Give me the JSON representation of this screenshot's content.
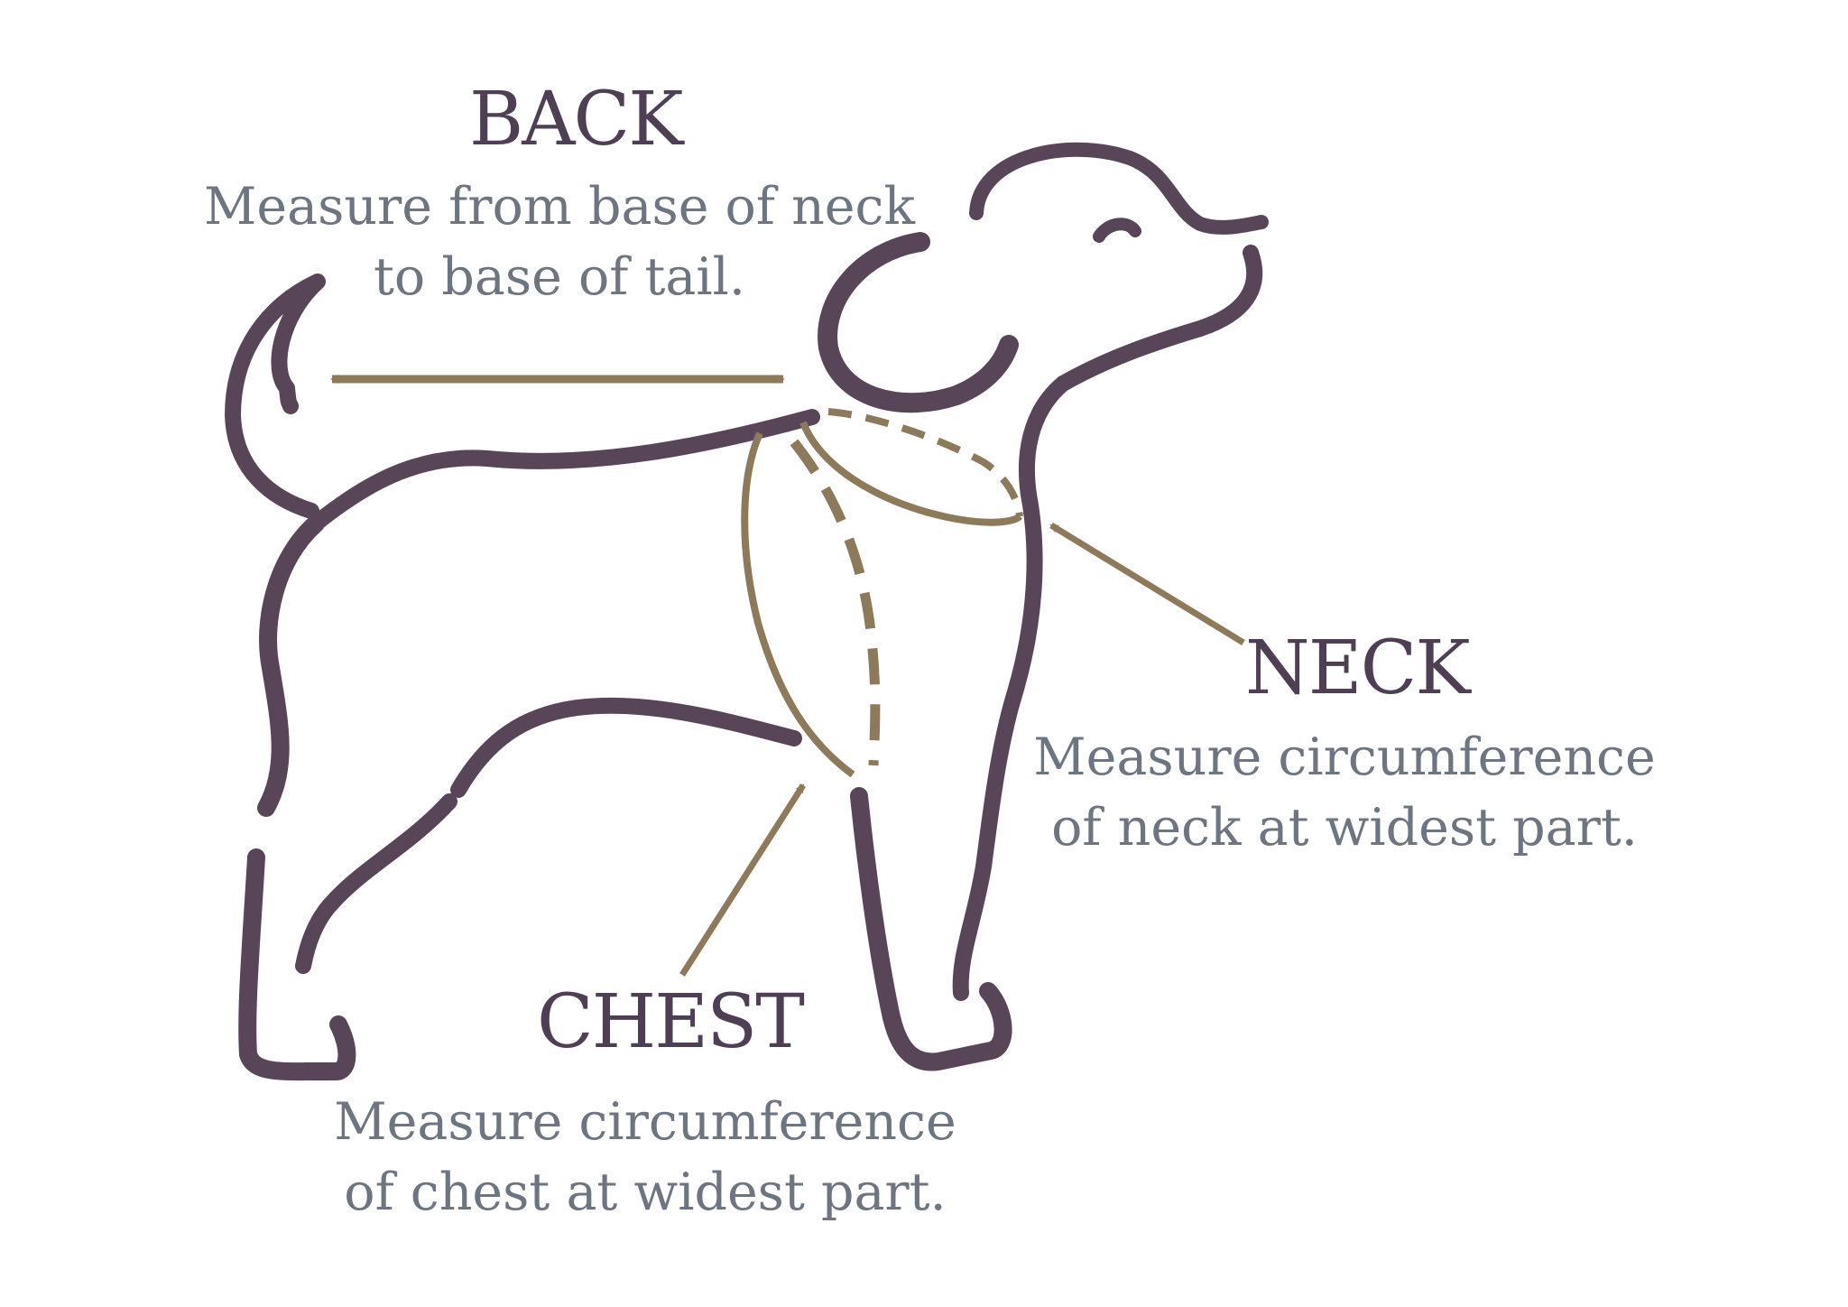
{
  "colors": {
    "dog_outline": "#584658",
    "measure_lines": "#8d7a5b",
    "heading_text": "#4f3f55",
    "description_text": "#6d7580",
    "background": "#ffffff"
  },
  "icons": {
    "dog": "dog-silhouette-icon"
  },
  "labels": {
    "back": {
      "heading": "BACK",
      "line1": "Measure from base of neck",
      "line2": "to base of tail."
    },
    "neck": {
      "heading": "NECK",
      "line1": "Measure circumference",
      "line2": "of neck at widest part."
    },
    "chest": {
      "heading": "CHEST",
      "line1": "Measure circumference",
      "line2": "of chest at widest part."
    }
  }
}
